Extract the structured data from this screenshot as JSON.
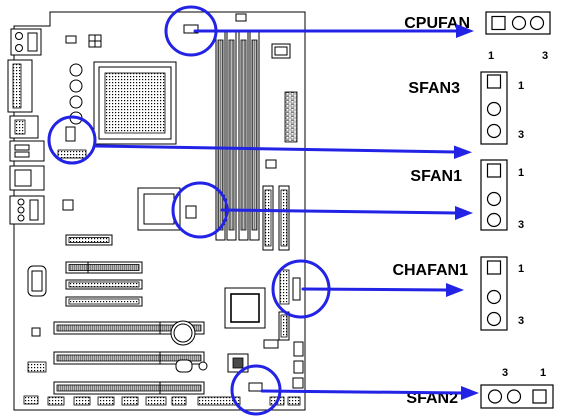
{
  "colors": {
    "highlight": "#2323e6",
    "outline": "#000000"
  },
  "callouts": {
    "cpufan": {
      "label": "CPUFAN",
      "pin1": "1",
      "pin3": "3"
    },
    "sfan3": {
      "label": "SFAN3",
      "pin1": "1",
      "pin3": "3"
    },
    "sfan1": {
      "label": "SFAN1",
      "pin1": "1",
      "pin3": "3"
    },
    "chafan1": {
      "label": "CHAFAN1",
      "pin1": "1",
      "pin3": "3"
    },
    "sfan2": {
      "label": "SFAN2",
      "pin1": "1",
      "pin3": "3"
    }
  }
}
